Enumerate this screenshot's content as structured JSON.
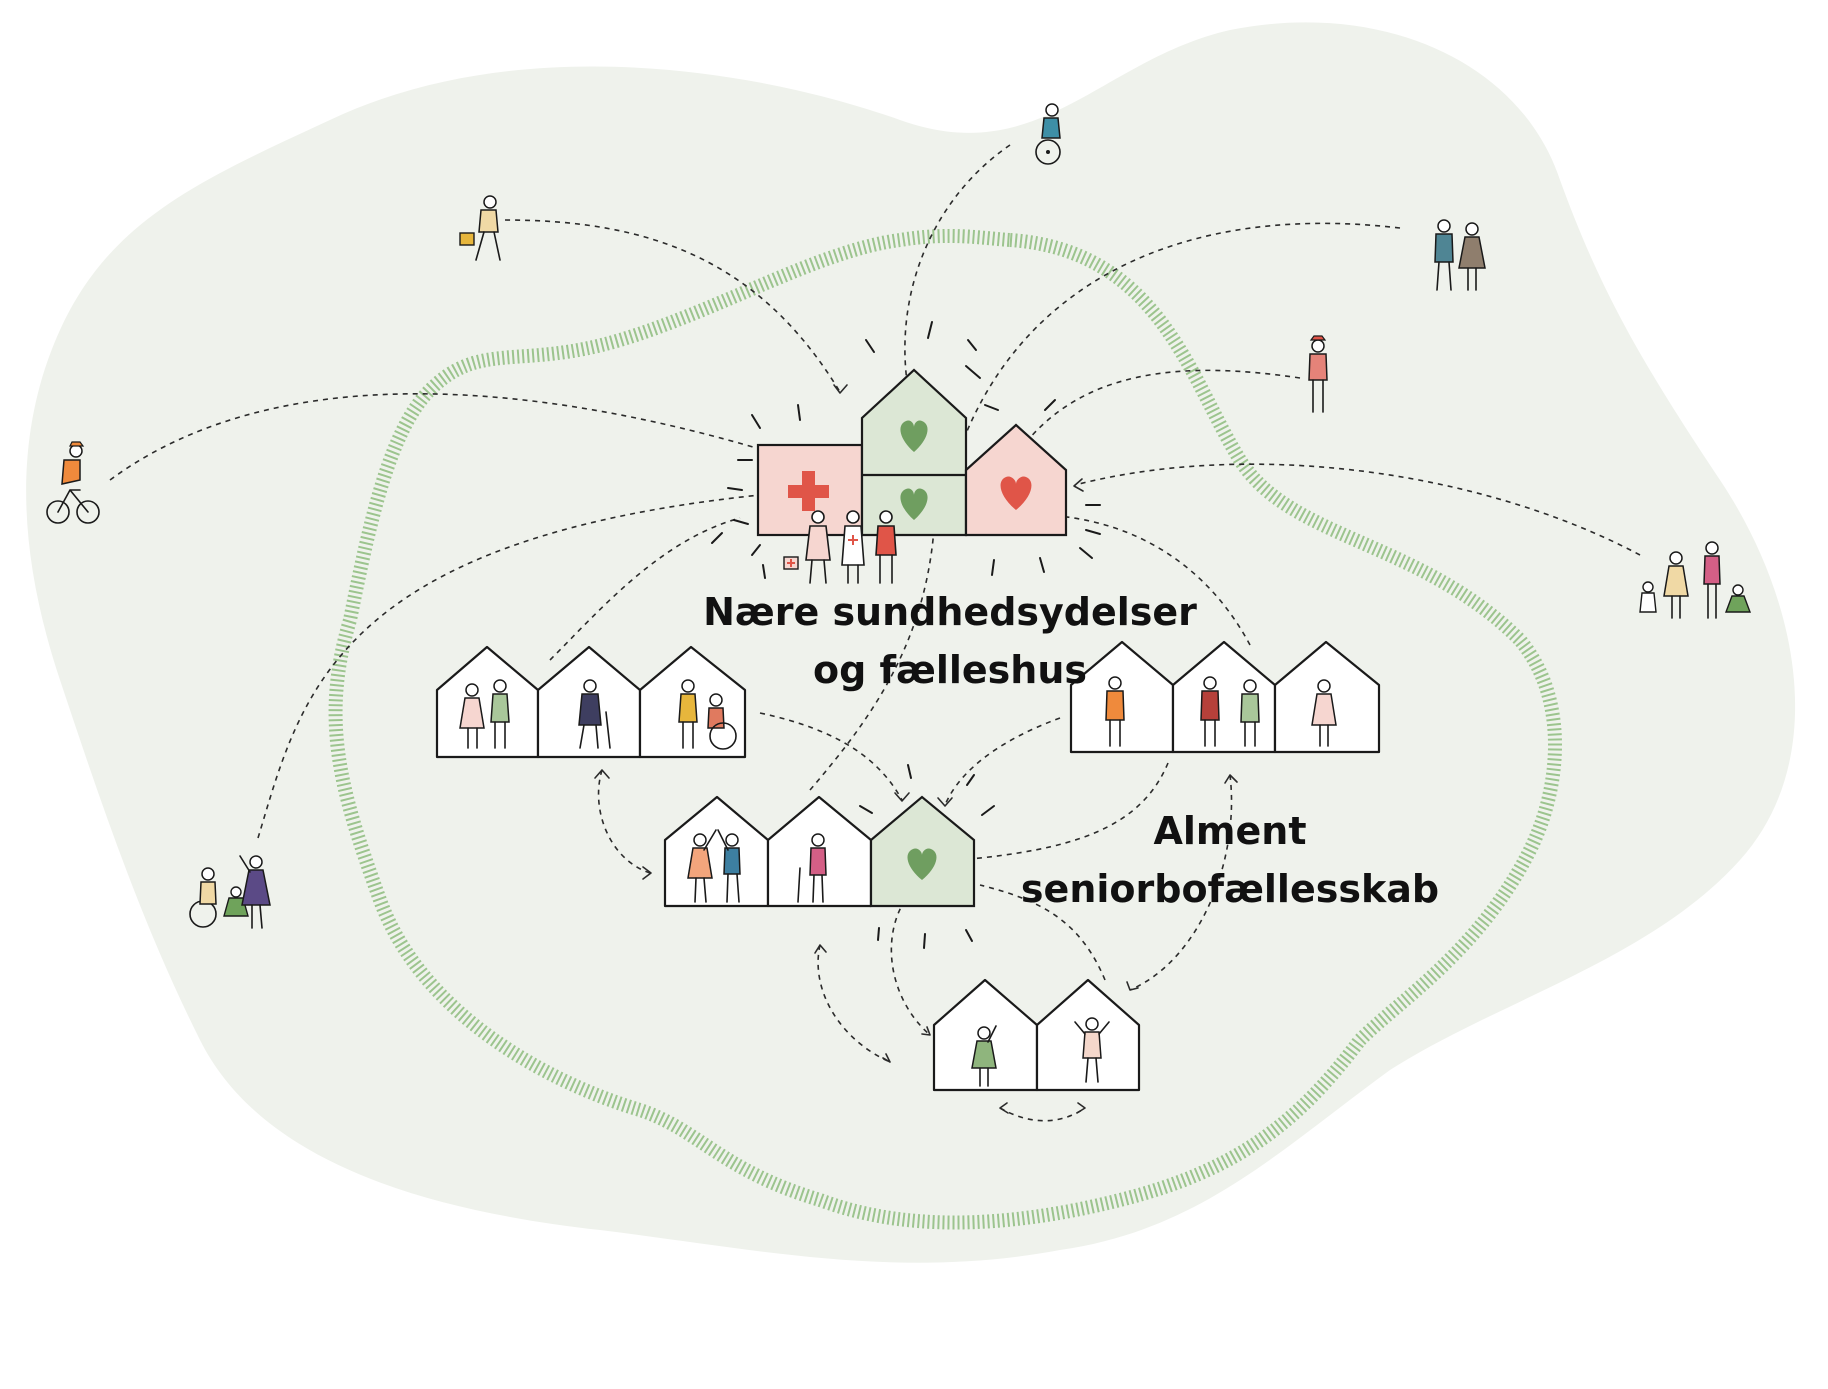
{
  "labels": {
    "health_hub": [
      "Nære sundhedsydelser",
      "og fælleshus"
    ],
    "senior_housing": [
      "Alment",
      "seniorbofællesskab"
    ]
  },
  "colors": {
    "land": "#eff2ec",
    "boundary_hatch": "#9cc48e",
    "health_fill": "#f6d6d0",
    "care_fill": "#dce7d5",
    "cross": "#e05548",
    "heart_green": "#6f9e60",
    "heart_red": "#e05548",
    "ink": "#1a1a1a"
  },
  "icons": {
    "cross": "red-cross-icon",
    "heart": "heart-icon",
    "wheelchair": "wheelchair-icon",
    "bicycle": "bicycle-icon",
    "bag": "shopping-bag-icon"
  }
}
